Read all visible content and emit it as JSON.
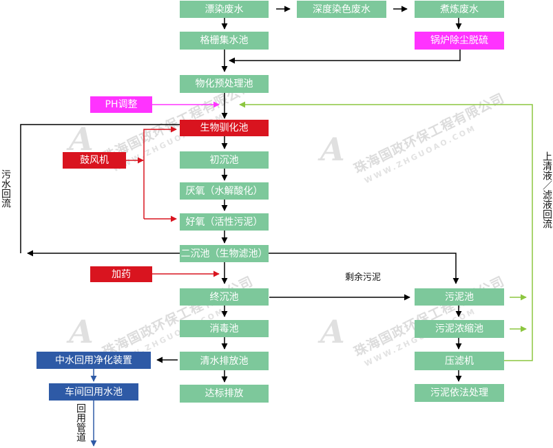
{
  "nodes": {
    "bleach_wastewater": "漂染废水",
    "deep_dye_wastewater": "深度染色废水",
    "scour_wastewater": "煮炼废水",
    "grid_sump": "格栅集水池",
    "boiler_desulfurization": "锅炉除尘脱硫",
    "physchem_pretreat": "物化预处理池",
    "ph_adjust": "PH调整",
    "bio_acclimation": "生物驯化池",
    "blower": "鼓风机",
    "primary_settling": "初沉池",
    "anaerobic": "厌氧（水解酸化）",
    "aerobic": "好氧（活性污泥）",
    "secondary_settling": "二沉池（生物滤池）",
    "dosing": "加药",
    "final_settling": "终沉池",
    "disinfection": "消毒池",
    "clear_discharge": "清水排放池",
    "compliant_discharge": "达标排放",
    "reclaimed_purifier": "中水回用净化装置",
    "workshop_reuse_pool": "车间回用水池",
    "sludge_tank": "污泥池",
    "sludge_thickener": "污泥浓缩池",
    "filter_press": "压滤机",
    "sludge_disposal": "污泥依法处理"
  },
  "labels": {
    "sewage_return": "污水回流",
    "supernatant_return": "上清液／滤液回流",
    "excess_sludge": "剩余污泥",
    "reuse_pipe": "回用管道"
  },
  "watermark": {
    "company": "珠海国政环保工程有限公司",
    "site": "WWW.ZHGUOAO.COM"
  },
  "colors": {
    "process": "#7dc89b",
    "chemical_adjust": "#ff33ff",
    "bio_aeration": "#d9141f",
    "reuse": "#2e5aa6",
    "return_line": "#8cc63f",
    "flow_line": "#000000"
  }
}
